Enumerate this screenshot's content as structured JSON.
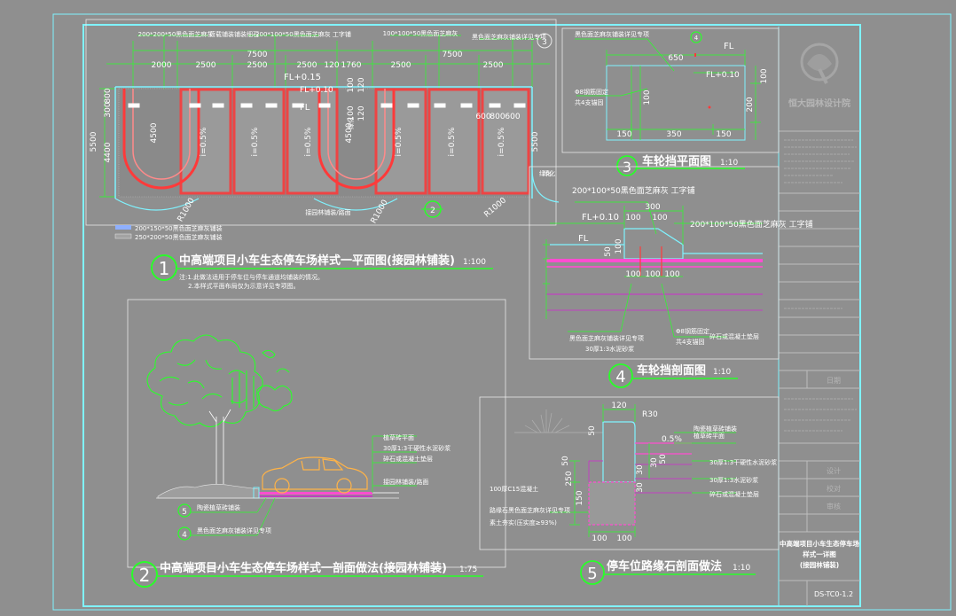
{
  "title_block": {
    "company": "恒大园林设计院",
    "drawing_name_line1": "中高端项目小车生态停车场",
    "drawing_name_line2": "样式一详图",
    "drawing_name_line3": "(接园林铺装)",
    "sheet_no": "DS-TC0-1.2",
    "field_1": "日期",
    "field_2": "设计",
    "field_3": "校对",
    "field_4": "审核"
  },
  "plan": {
    "top_labels": [
      "200*200*50黑色面芝麻灰",
      "荷载铺装铺装细石",
      "200*100*50黑色面芝麻灰 工字铺",
      "100*100*50黑色面芝麻灰",
      "黑色面芝麻灰铺装详见专项"
    ],
    "dims_top": [
      "2000",
      "2500",
      "2500",
      "2500",
      "120",
      "1760",
      "2500",
      "2500"
    ],
    "dims_total": [
      "7500",
      "7500"
    ],
    "dims_mid": [
      "100",
      "120",
      "100",
      "120"
    ],
    "left_dims": [
      "800",
      "300",
      "4400",
      "5500"
    ],
    "inner_dims": [
      "4500",
      "4500"
    ],
    "right_dim": "5500",
    "fl_labels": [
      "FL+0.15",
      "FL+0.10",
      "FL"
    ],
    "slope_labels": [
      "i=0.5%",
      "i=0.5%",
      "i=0.5%",
      "i=0.5%",
      "i=0.5%",
      "i=0.5%"
    ],
    "small_dims": [
      "600",
      "800",
      "600"
    ],
    "radius_labels": [
      "R1000",
      "R1000",
      "R1000"
    ],
    "bottom_label": "接园林铺装/路面",
    "side_note": "绿化",
    "legend": [
      "200*150*50黑色面芝麻灰铺装",
      "250*200*50黑色面芝麻灰铺装"
    ],
    "section_marker": "2",
    "marker_3": "3",
    "title": "中高端项目小车生态停车场样式一平面图(接园林铺装)",
    "scale": "1:100",
    "notes": [
      "注:1.此做法适用于停车位与停车通道均铺装的情况。",
      "2.本样式平面布局仅为示意详见专项图。"
    ],
    "number": "1"
  },
  "wheel_plan": {
    "top_label": "黑色面芝麻灰铺装详见专项",
    "marker": "4",
    "fl": [
      "FL",
      "FL+0.10"
    ],
    "dims": [
      "650",
      "100",
      "200",
      "100",
      "150",
      "350",
      "150"
    ],
    "left_label_1": "Φ8钢筋固定",
    "left_label_2": "共4支锚固",
    "title": "车轮挡平面图",
    "scale": "1:10",
    "number": "3"
  },
  "wheel_section": {
    "top_label_1": "200*100*50黑色面芝麻灰 工字铺",
    "top_label_2": "200*100*50黑色面芝麻灰 工字铺",
    "dims_top": [
      "300",
      "100",
      "100"
    ],
    "fl": [
      "FL+0.10",
      "FL"
    ],
    "left_dims": [
      "100",
      "50"
    ],
    "bottom_dims": [
      "100",
      "100",
      "100"
    ],
    "labels": [
      "黑色面芝麻灰铺装详见专项",
      "30厚1:3水泥砂浆",
      "Φ8钢筋固定",
      "共4支锚固",
      "碎石或混凝土垫层"
    ],
    "side_note": "绿化",
    "title": "车轮挡剖面图",
    "scale": "1:10",
    "number": "4"
  },
  "section_view": {
    "labels": [
      "植草砖平面",
      "30厚1:3干硬性水泥砂浆",
      "碎石或混凝土垫层",
      "接园林铺装/路面"
    ],
    "marker_a": "5",
    "label_a": "陶瓷植草砖铺装",
    "marker_b": "4",
    "label_b": "黑色面芝麻灰铺装详见专项",
    "title": "中高端项目小车生态停车场样式一剖面做法(接园林铺装)",
    "scale": "1:75",
    "number": "2"
  },
  "curb_section": {
    "top_dims": [
      "120",
      "R30"
    ],
    "slope": "0.5%",
    "right_labels": [
      "陶瓷植草砖铺装",
      "植草砖平面",
      "30厚1:3干硬性水泥砂浆",
      "30厚1:3水泥砂浆",
      "碎石或混凝土垫层"
    ],
    "left_dims": [
      "50",
      "250",
      "150",
      "50"
    ],
    "right_dims": [
      "30",
      "50",
      "30",
      "30"
    ],
    "bottom_dims": [
      "100",
      "100"
    ],
    "left_labels": [
      "100厚C15混凝土",
      "路缘石黑色面芝麻灰详见专项",
      "素土夯实(压实度≥93%)"
    ],
    "title": "停车位路缘石剖面做法",
    "scale": "1:10",
    "number": "5"
  }
}
